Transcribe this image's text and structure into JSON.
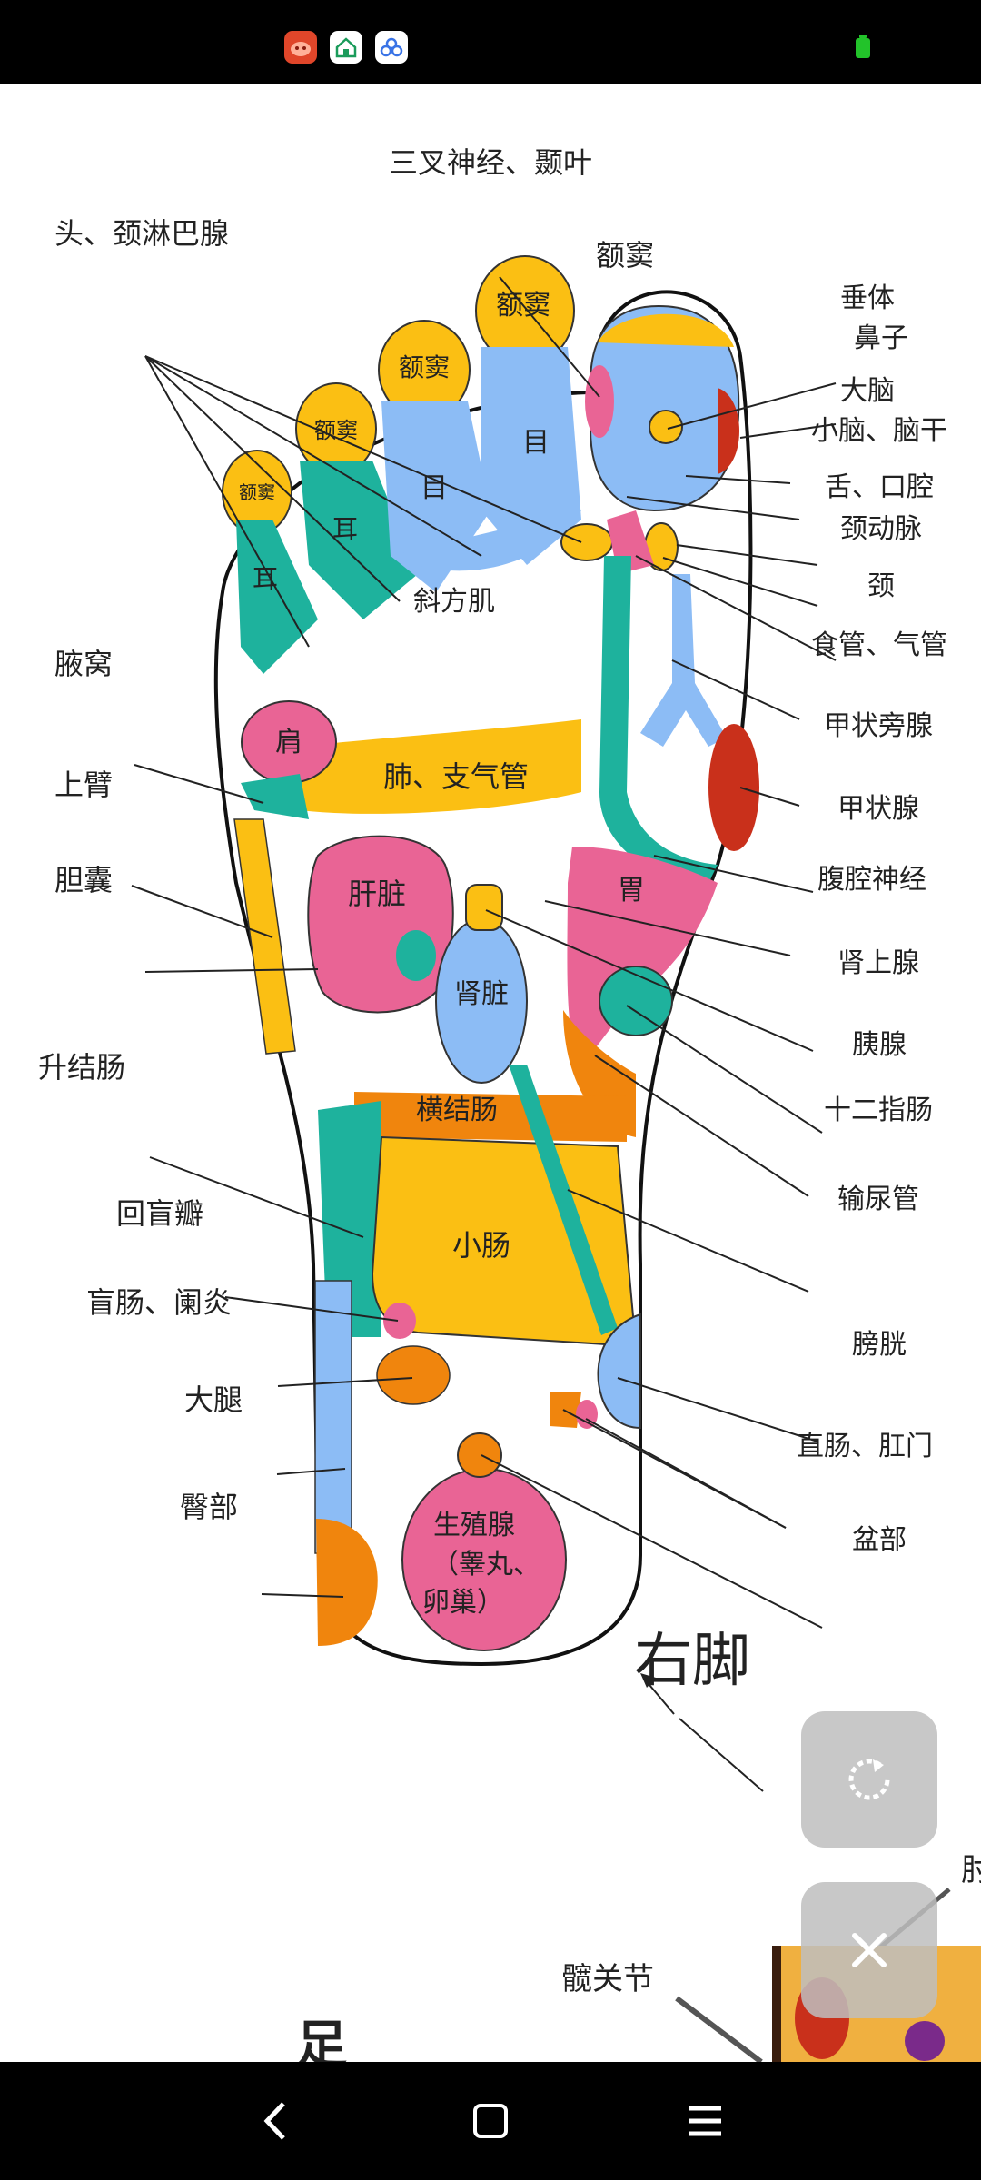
{
  "status_bar": {
    "app_icons": [
      "red-app-icon",
      "home-app-icon",
      "cloud-app-icon"
    ],
    "battery_color": "#22c32a"
  },
  "chart": {
    "title": "右脚",
    "labels": {
      "trigeminal": "三叉神经、颞叶",
      "head_neck_lymph": "头、颈淋巴腺",
      "pituitary": "垂体",
      "nose": "鼻子",
      "cerebrum": "大脑",
      "cerebellum": "小脑、脑干",
      "tongue": "舌、口腔",
      "carotid": "颈动脉",
      "neck": "颈",
      "esophagus": "食管、气管",
      "parathyroid": "甲状旁腺",
      "thyroid": "甲状腺",
      "celiac": "腹腔神经",
      "adrenal": "肾上腺",
      "pancreas": "胰腺",
      "duodenum": "十二指肠",
      "ureter": "输尿管",
      "bladder": "膀胱",
      "rectum": "直肠、肛门",
      "pelvis": "盆部",
      "armpit": "腋窝",
      "upper_arm": "上臂",
      "gallbladder": "胆囊",
      "ascending_colon": "升结肠",
      "ileocecal": "回盲瓣",
      "cecum": "盲肠、阑炎",
      "thigh": "大腿",
      "buttock": "臀部",
      "sinus": "额窦",
      "eye": "目",
      "ear": "耳",
      "trapezius": "斜方肌",
      "shoulder": "肩",
      "lung": "肺、支气管",
      "liver": "肝脏",
      "kidney": "肾脏",
      "stomach": "胃",
      "transverse_colon": "横结肠",
      "small_intestine": "小肠",
      "gonad_line1": "生殖腺",
      "gonad_line2": "（睾丸、",
      "gonad_line3": "卵巢）",
      "next_hip": "髋关节",
      "next_title_partial": "足",
      "next_right_partial": "肘"
    }
  },
  "controls": {
    "rotate_icon": "rotate-icon",
    "close_icon": "close-icon"
  },
  "nav_bar": {
    "back_icon": "back-icon",
    "home_icon": "home-icon",
    "menu_icon": "menu-icon"
  }
}
